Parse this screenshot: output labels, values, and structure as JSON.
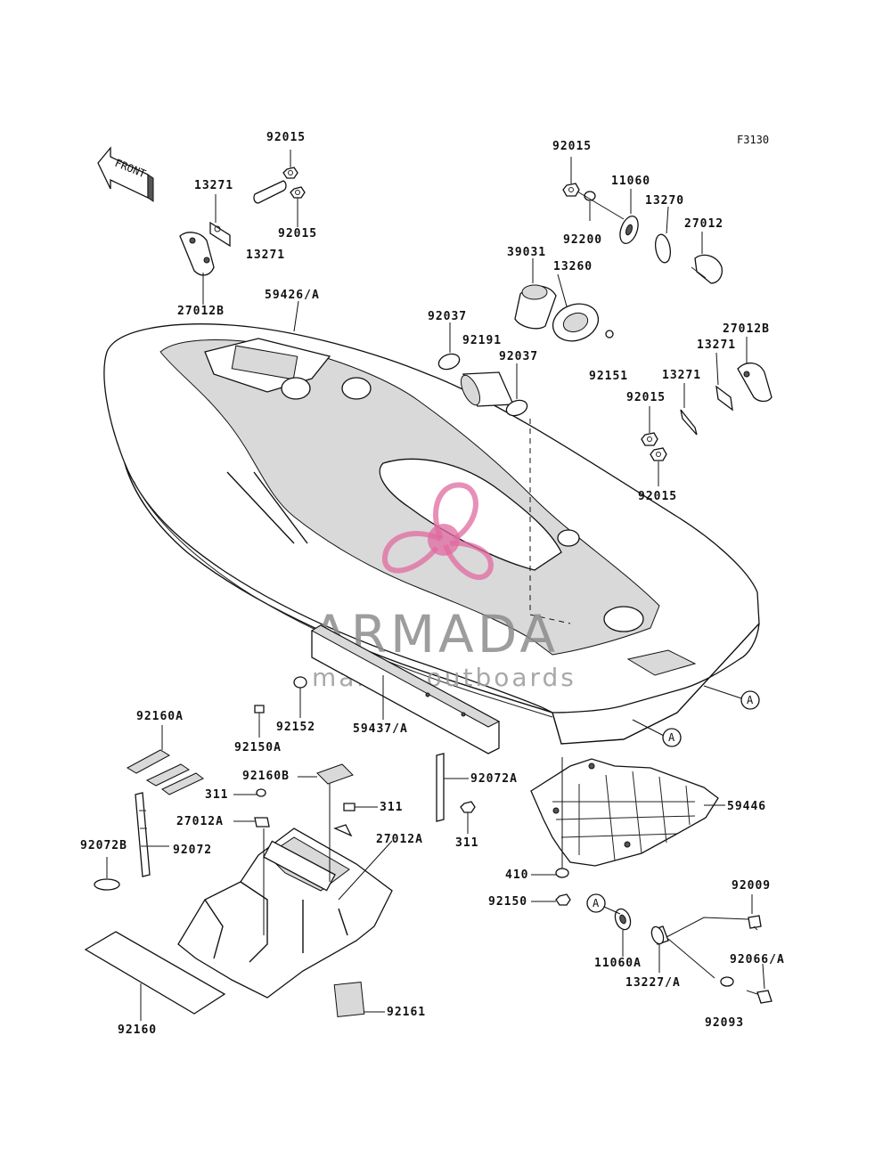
{
  "figure_code": "F3130",
  "front_marker": "FRONT",
  "watermark": {
    "brand": "ARMADA",
    "tagline": "marine outboards",
    "brand_color": "#e06aa0"
  },
  "ref_marker": "A",
  "labels": {
    "p92015_a": "92015",
    "p92015_b": "92015",
    "p13271_a": "13271",
    "p13271_b": "13271",
    "p27012B_a": "27012B",
    "p59426A": "59426/A",
    "p92015_c": "92015",
    "p11060": "11060",
    "p13270": "13270",
    "p27012": "27012",
    "p92200": "92200",
    "p39031": "39031",
    "p13260": "13260",
    "p92037_a": "92037",
    "p92191": "92191",
    "p92037_b": "92037",
    "p27012B_b": "27012B",
    "p13271_c": "13271",
    "p92151": "92151",
    "p13271_d": "13271",
    "p92015_d": "92015",
    "p92015_e": "92015",
    "p92160A": "92160A",
    "p92150A": "92150A",
    "p92152": "92152",
    "p59437A": "59437/A",
    "p92160B": "92160B",
    "p311_a": "311",
    "p311_b": "311",
    "p27012A_a": "27012A",
    "p27012A_b": "27012A",
    "p92072A": "92072A",
    "p311_c": "311",
    "p92072B": "92072B",
    "p92072": "92072",
    "p59446": "59446",
    "p410": "410",
    "p92150": "92150",
    "p92009": "92009",
    "p11060A": "11060A",
    "p13227A": "13227/A",
    "p92066A": "92066/A",
    "p92093": "92093",
    "p92161": "92161",
    "p92160": "92160"
  }
}
